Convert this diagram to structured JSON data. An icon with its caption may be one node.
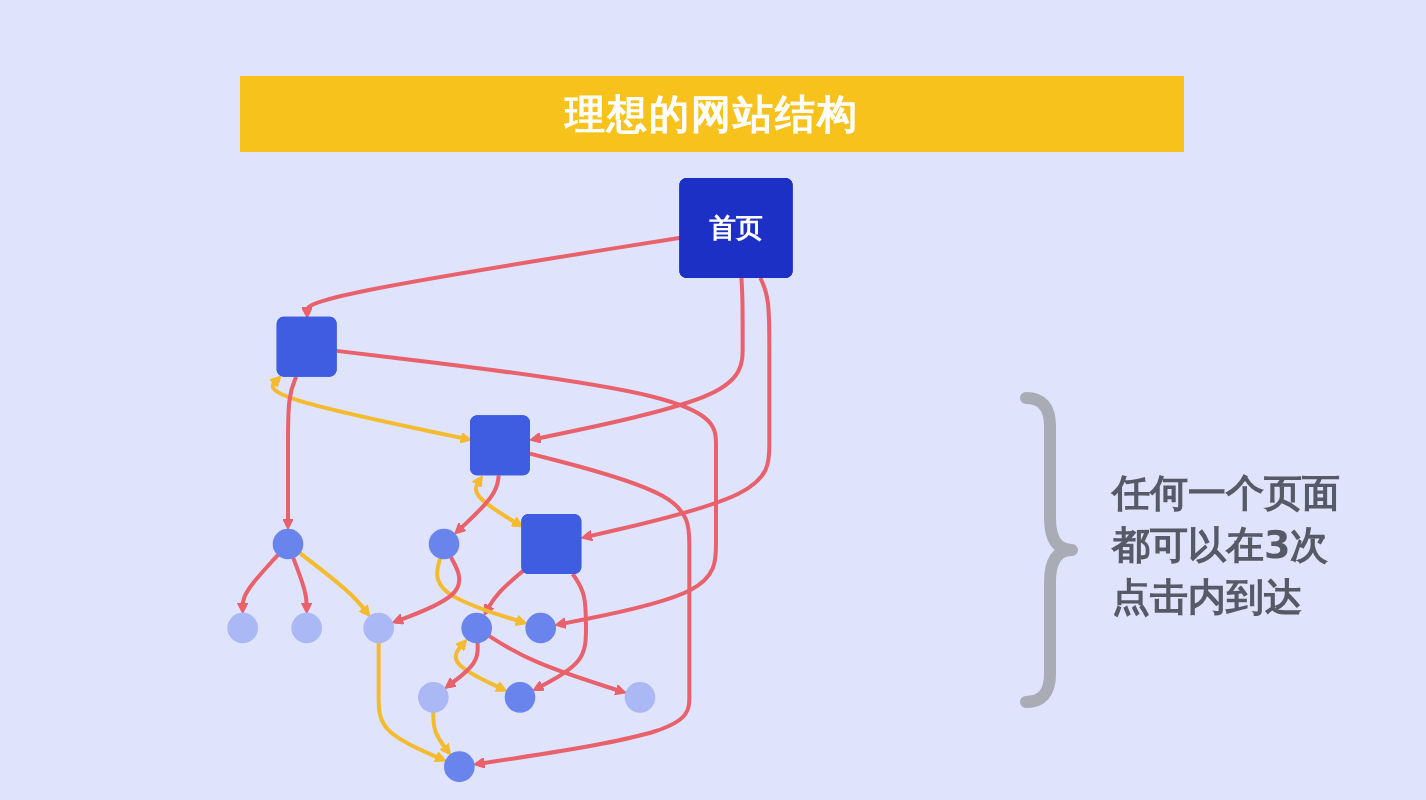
{
  "diagram": {
    "title": "理想的网站结构",
    "nodes": [
      {
        "text": [
          "首页"
        ]
      },
      {
        "text": [],
        "shape": "box"
      },
      {
        "text": [],
        "shape": "box"
      },
      {
        "text": [],
        "shape": "box"
      },
      {
        "text": [],
        "shape": "circle"
      },
      {
        "text": [],
        "shape": "circle"
      },
      {
        "text": [],
        "shape": "circle"
      },
      {
        "text": [],
        "shape": "circle"
      },
      {
        "text": [],
        "shape": "circle"
      },
      {
        "text": [],
        "shape": "circle"
      },
      {
        "text": [],
        "shape": "circle"
      },
      {
        "text": [],
        "shape": "circle"
      },
      {
        "text": [],
        "shape": "circle"
      },
      {
        "text": [],
        "shape": "circle"
      },
      {
        "text": [],
        "shape": "circle"
      }
    ],
    "edges": [
      {
        "from": 0,
        "to": 1,
        "arrow": "to"
      },
      {
        "from": 0,
        "to": 2,
        "arrow": "to"
      },
      {
        "from": 0,
        "to": 3,
        "arrow": "to"
      },
      {
        "from": 1,
        "to": 2,
        "arrow": "both",
        "color": "#f5bb2e"
      },
      {
        "from": 2,
        "to": 3,
        "arrow": "both",
        "color": "#f5bb2e"
      },
      {
        "from": 1,
        "to": 4,
        "arrow": "to"
      },
      {
        "from": 1,
        "to": 5,
        "arrow": "to"
      },
      {
        "from": 2,
        "to": 6,
        "arrow": "to"
      },
      {
        "from": 2,
        "to": 7,
        "arrow": "to"
      },
      {
        "from": 3,
        "to": 8,
        "arrow": "to"
      },
      {
        "from": 3,
        "to": 9,
        "arrow": "to"
      },
      {
        "from": 6,
        "to": 5,
        "arrow": "to",
        "color": "#f5bb2e"
      },
      {
        "from": 8,
        "to": 9,
        "arrow": "both",
        "color": "#f5bb2e"
      },
      {
        "from": 4,
        "to": 10,
        "arrow": "to"
      },
      {
        "from": 4,
        "to": 11,
        "arrow": "to"
      },
      {
        "from": 6,
        "to": 12,
        "arrow": "to"
      },
      {
        "from": 8,
        "to": 13,
        "arrow": "to"
      },
      {
        "from": 8,
        "to": 14,
        "arrow": "to"
      },
      {
        "from": 4,
        "to": 12,
        "arrow": "to",
        "color": "#f5bb2e"
      },
      {
        "from": 12,
        "to": 7,
        "arrow": "to",
        "color": "#f5bb2e"
      },
      {
        "from": 13,
        "to": 7,
        "arrow": "to",
        "color": "#f5bb2e"
      }
    ],
    "labels": [
      "任何一个页面都可以在3次点击内到达"
    ]
  }
}
